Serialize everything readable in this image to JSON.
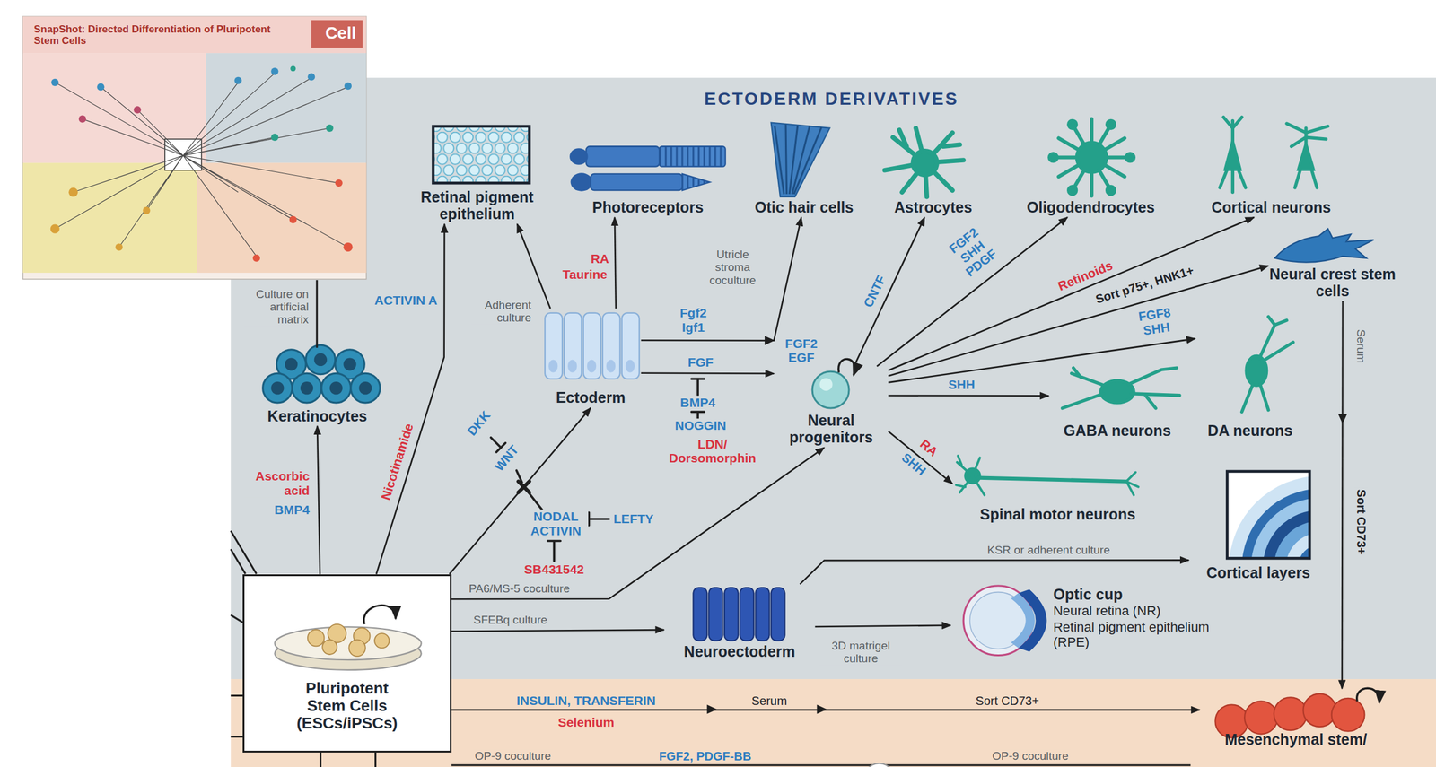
{
  "diagram": {
    "title": "SnapShot: Directed Differentiation of Pluripotent Stem Cells",
    "nodes": [
      {
        "text": [
          "Retinal pigment epithelium"
        ]
      },
      {
        "text": [
          "Photoreceptors"
        ]
      },
      {
        "text": [
          "Otic hair cells"
        ]
      },
      {
        "text": [
          "Astrocytes"
        ]
      },
      {
        "text": [
          "Oligodendrocytes"
        ]
      },
      {
        "text": [
          "Cortical neurons"
        ]
      },
      {
        "text": [
          "Neural crest stem cells"
        ]
      },
      {
        "text": [
          "Keratinocytes"
        ]
      },
      {
        "text": [
          "Ectoderm"
        ]
      },
      {
        "text": [
          "Neural progenitors"
        ]
      },
      {
        "text": [
          "GABA neurons"
        ]
      },
      {
        "text": [
          "DA neurons"
        ]
      },
      {
        "text": [
          "Spinal motor neurons"
        ]
      },
      {
        "text": [
          "Cortical layers"
        ]
      },
      {
        "text": [
          "Pluripotent Stem Cells (ESCs/iPSCs)"
        ]
      },
      {
        "text": [
          "Neuroectoderm"
        ]
      },
      {
        "text": [
          "Optic cup",
          "Neural retina (NR)",
          "Retinal pigment epithelium (RPE)"
        ]
      },
      {
        "text": [
          "Mesenchymal stem/"
        ]
      }
    ],
    "edges": [
      {
        "from": 14,
        "to": 7,
        "arrow": "to",
        "label": "Ascorbic acid"
      },
      {
        "from": 14,
        "to": 0,
        "arrow": "to",
        "label": "Nicotinamide"
      },
      {
        "from": 14,
        "to": 8,
        "arrow": "to"
      },
      {
        "from": 8,
        "to": 0,
        "arrow": "to",
        "label": "Adherent culture"
      },
      {
        "from": 8,
        "to": 1,
        "arrow": "to",
        "label": "RA"
      },
      {
        "from": 8,
        "to": 2,
        "arrow": "to",
        "label": "Fgf2 Igf1"
      },
      {
        "from": 8,
        "to": 9,
        "arrow": "to",
        "label": "FGF"
      },
      {
        "from": 9,
        "to": 3,
        "arrow": "to",
        "label": "CNTF"
      },
      {
        "from": 9,
        "to": 4,
        "arrow": "to",
        "label": "FGF2 SHH PDGF"
      },
      {
        "from": 9,
        "to": 5,
        "arrow": "to",
        "label": "Retinoids"
      },
      {
        "from": 9,
        "to": 6,
        "arrow": "to",
        "label": "Sort p75+, HNK1+"
      },
      {
        "from": 9,
        "to": 11,
        "arrow": "to",
        "label": "FGF8 SHH"
      },
      {
        "from": 9,
        "to": 10,
        "arrow": "to",
        "label": "SHH"
      },
      {
        "from": 9,
        "to": 12,
        "arrow": "to",
        "label": "RA"
      },
      {
        "from": 14,
        "to": 9,
        "arrow": "to",
        "label": "PA6/MS-5 coculture"
      },
      {
        "from": 14,
        "to": 15,
        "arrow": "to",
        "label": "SFEBq culture"
      },
      {
        "from": 15,
        "to": 13,
        "arrow": "to",
        "label": "KSR or adherent culture"
      },
      {
        "from": 15,
        "to": 16,
        "arrow": "to",
        "label": "3D matrigel culture"
      },
      {
        "from": 6,
        "to": 17,
        "arrow": "to",
        "label": "Serum"
      },
      {
        "from": 14,
        "to": 17,
        "arrow": "to",
        "label": "INSULIN, TRANSFERIN"
      }
    ],
    "labels": [
      "Cell",
      "ECTODERM DERIVATIVES",
      "Culture on artificial matrix",
      "BMP4",
      "ACTIVIN A",
      "DKK",
      "WNT",
      "NODAL ACTIVIN",
      "LEFTY",
      "SB431542",
      "Utricle stroma coculture",
      "BMP4",
      "NOGGIN",
      "LDN/ Dorsomorphin",
      "FGF2 EGF",
      "Taurine",
      "SHH",
      "Sort CD73+",
      "Selenium",
      "Serum",
      "Sort CD73+",
      "OP-9 coculture",
      "FGF2, PDGF-BB",
      "OP-9 coculture"
    ]
  }
}
